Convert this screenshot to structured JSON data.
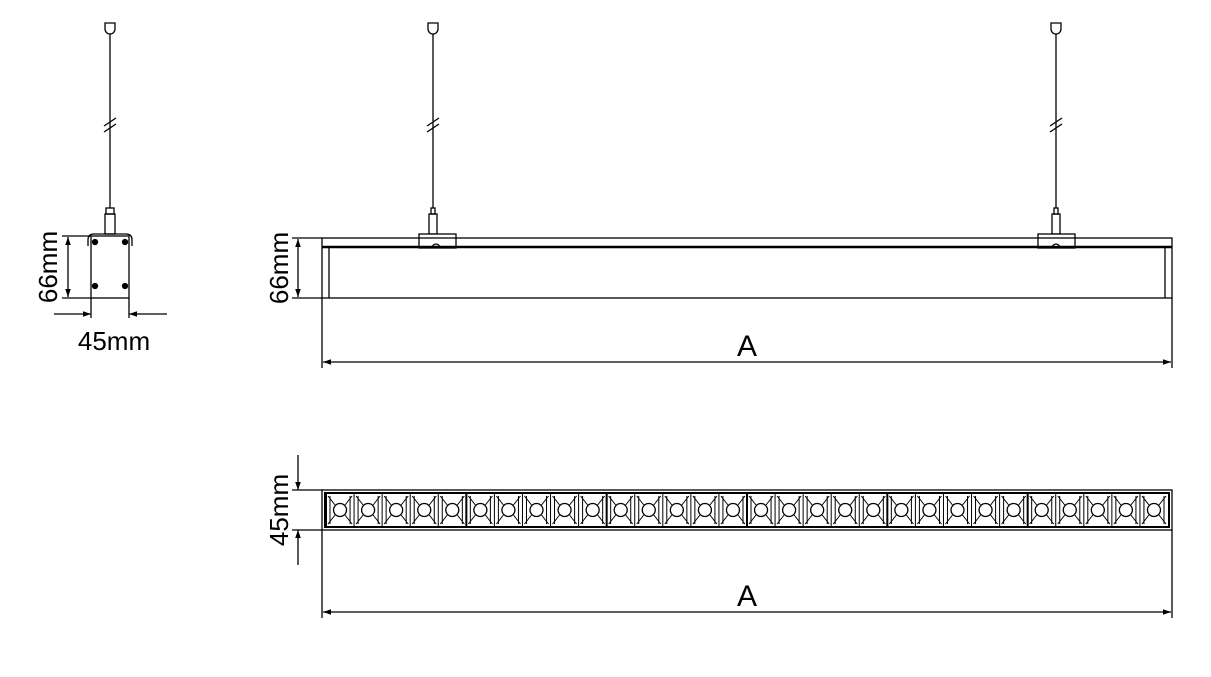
{
  "labels": {
    "side_height": "66mm",
    "side_width": "45mm",
    "front_height": "66mm",
    "front_length": "A",
    "bottom_width": "45mm",
    "bottom_length": "A"
  },
  "led": {
    "cells": 30,
    "group_size": 5
  },
  "colors": {
    "line": "#000000",
    "background": "#ffffff"
  }
}
